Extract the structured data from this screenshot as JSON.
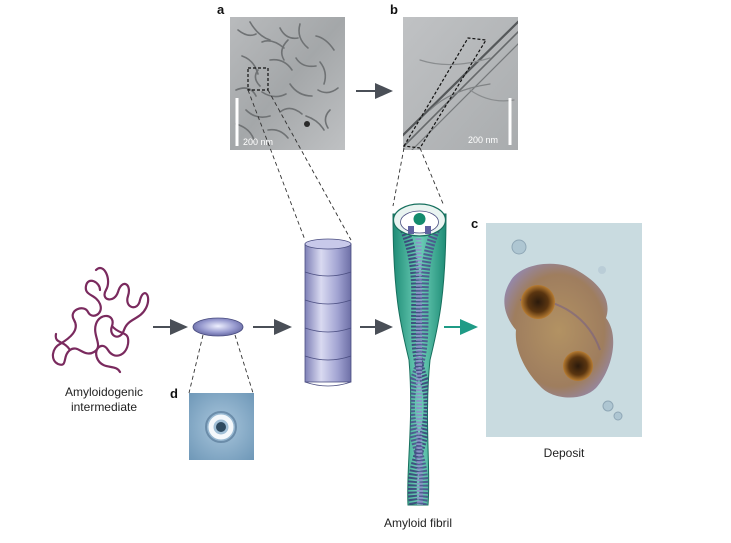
{
  "panels": {
    "a": {
      "letter": "a",
      "scale_label": "200 nm"
    },
    "b": {
      "letter": "b",
      "scale_label": "200 nm"
    },
    "c": {
      "letter": "c"
    },
    "d": {
      "letter": "d"
    }
  },
  "labels": {
    "intermediate_line1": "Amyloidogenic",
    "intermediate_line2": "intermediate",
    "fibril": "Amyloid fibril",
    "deposit": "Deposit"
  },
  "colors": {
    "arrow_gray": "#4a4f57",
    "arrow_teal": "#1f9b86",
    "protein_chain": "#7a2a5e",
    "fibril_teal": "#2fa890",
    "oligomer_blue": "#8e90c8",
    "deposit_background": "#c9dbe0",
    "deposit_stain": "#7a4a1c"
  }
}
